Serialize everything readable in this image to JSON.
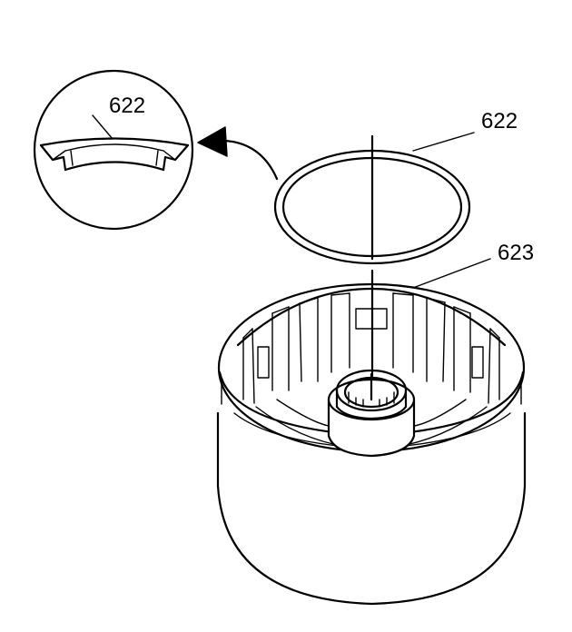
{
  "callouts": {
    "detail": "622",
    "ring": "622",
    "housing": "623"
  },
  "colors": {
    "line": "#000000",
    "background": "#ffffff"
  }
}
